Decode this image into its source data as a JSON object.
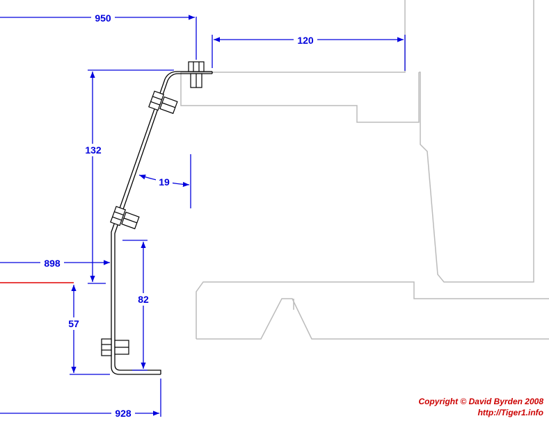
{
  "dimensions": {
    "d950": "950",
    "d120": "120",
    "d132": "132",
    "d19": "19",
    "d898": "898",
    "d82": "82",
    "d57": "57",
    "d928": "928"
  },
  "copyright": {
    "line1": "Copyright © David Byrden 2008",
    "line2": "http://Tiger1.info"
  },
  "colors": {
    "dimension": "#0000dd",
    "outline": "#bbbbbb",
    "bracket": "#000000",
    "datum_line": "#e00000",
    "copyright": "#cc0000"
  }
}
